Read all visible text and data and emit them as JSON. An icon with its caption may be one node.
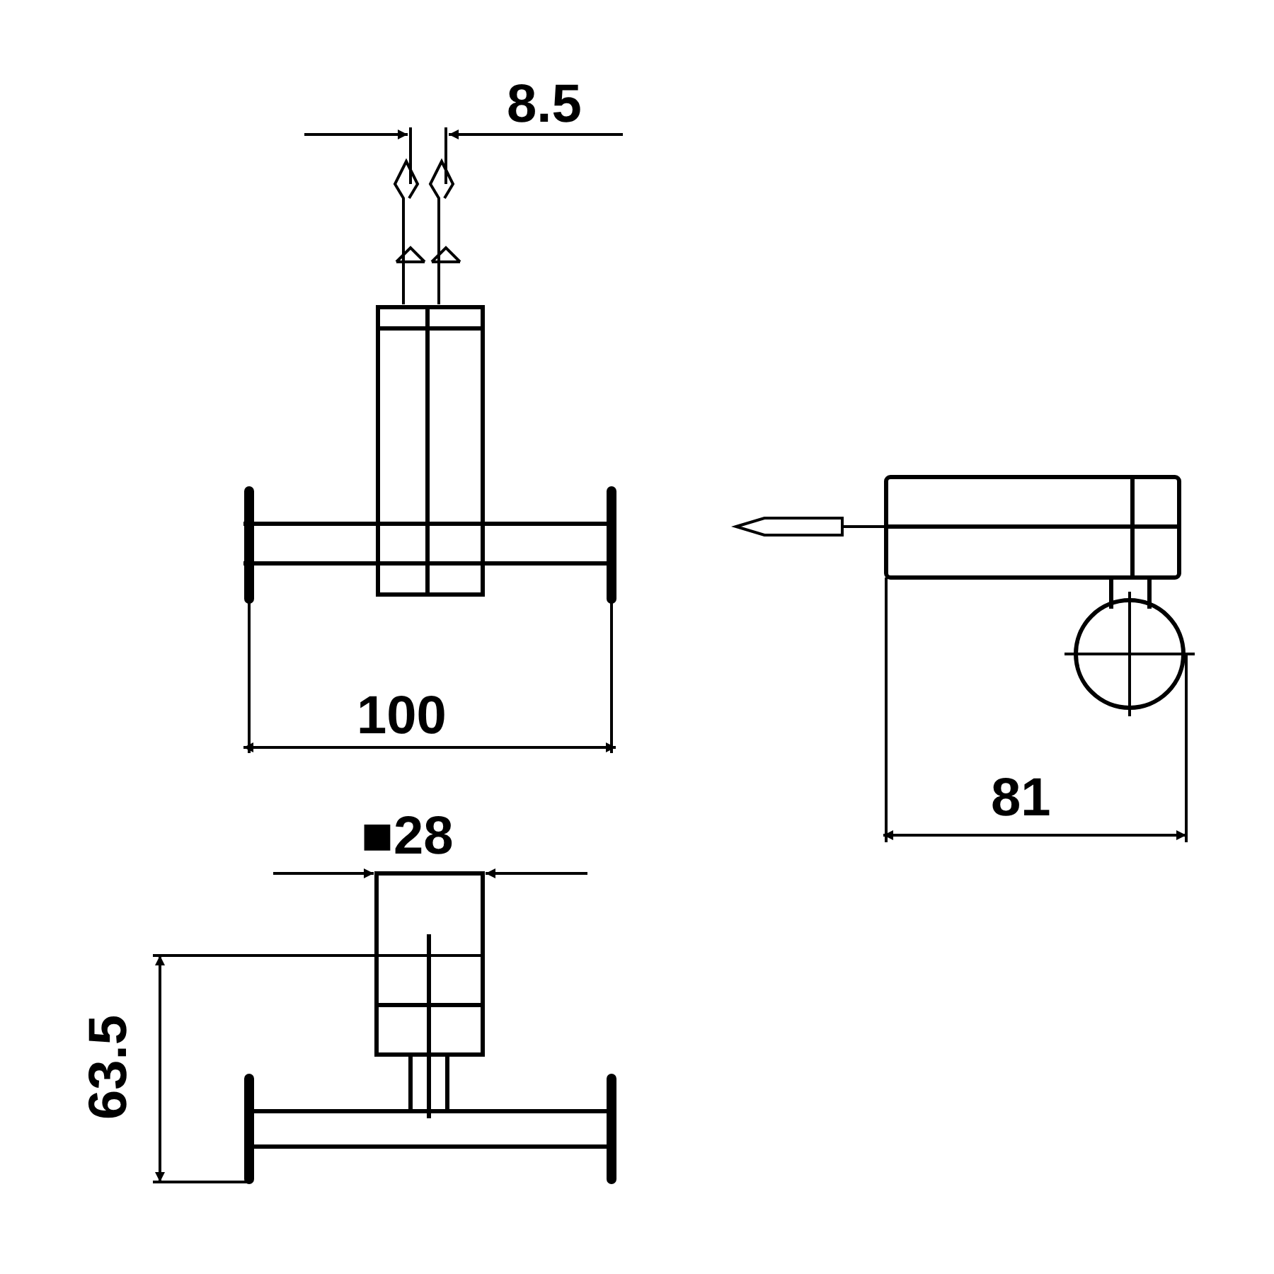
{
  "diagram": {
    "labels": [
      "8.5",
      "100",
      "81",
      "■28",
      "63.5"
    ]
  }
}
